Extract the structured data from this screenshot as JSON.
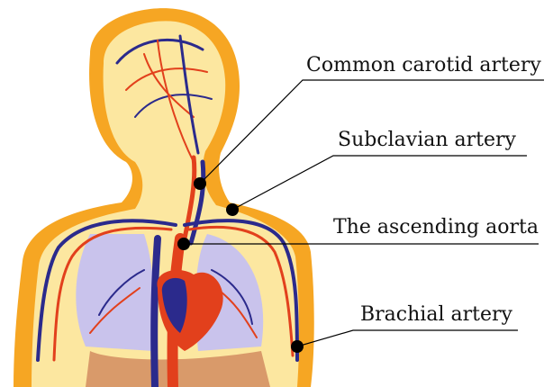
{
  "labels": {
    "common_carotid": "Common carotid artery",
    "subclavian": "Subclavian artery",
    "ascending_aorta": "The ascending aorta",
    "brachial": "Brachial artery"
  },
  "colors": {
    "skin_orange": "#F6A623",
    "skin_light": "#FCE7A0",
    "artery_red": "#E2401C",
    "vein_blue": "#2B2A8C",
    "lung_blue": "#C9C3EC",
    "leader_black": "#000000"
  }
}
